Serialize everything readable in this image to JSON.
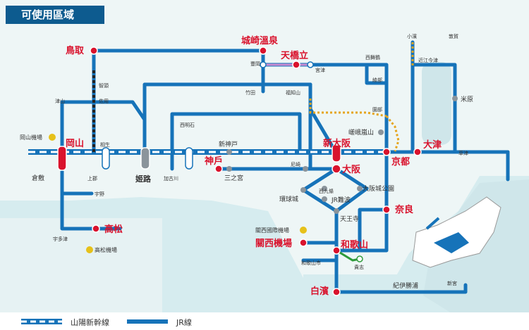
{
  "header": {
    "title": "可使用區域"
  },
  "legend": {
    "sanyo_shinkansen": "山陽新幹線",
    "jr_line": "JR線"
  },
  "colors": {
    "jr_line": "#1673b9",
    "station_red": "#d9132d",
    "station_gray": "#8b949b",
    "sea": "#cfe6ea",
    "land": "#eef6f6"
  },
  "major_stations": [
    "鳥取",
    "城崎溫泉",
    "天橋立",
    "岡山",
    "新大阪",
    "大阪",
    "京都",
    "大津",
    "神戶",
    "姬路",
    "奈良",
    "高松",
    "關西機場",
    "和歌山",
    "白濱"
  ],
  "minor_stations": [
    "智頭",
    "佐用",
    "津山",
    "相生",
    "上郡",
    "西明石",
    "加古川",
    "新神戸",
    "三之宮",
    "尼崎",
    "豐岡",
    "宮津",
    "竹田",
    "福知山",
    "西舞鶴",
    "綾部",
    "園部",
    "嵯峨嵐山",
    "小濱",
    "敦賀",
    "近江今津",
    "米原",
    "草津",
    "倉敷",
    "宇野",
    "宇多津",
    "西九條",
    "大阪城公園",
    "環球城",
    "JR難波",
    "天王寺",
    "和歌山市",
    "貴志",
    "紀伊勝浦",
    "新宮"
  ],
  "airports": [
    "岡山機場",
    "高松機場",
    "關西國際機場"
  ]
}
